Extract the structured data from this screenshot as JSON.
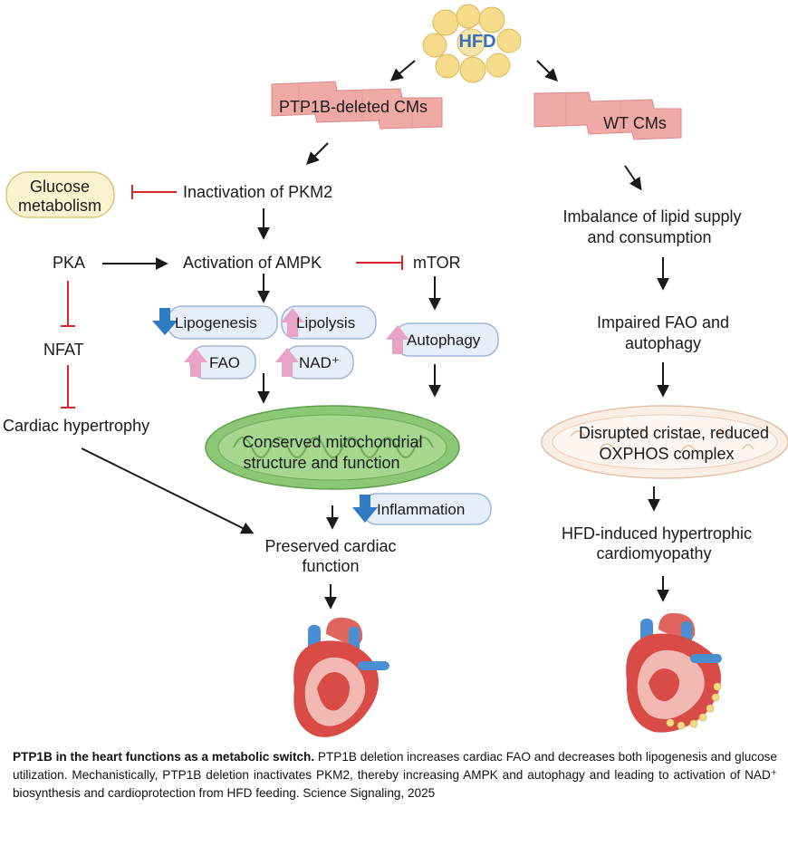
{
  "diagram": {
    "hfd": "HFD",
    "ptp1b_cms": "PTP1B-deleted CMs",
    "wt_cms": "WT CMs",
    "glucose_line1": "Glucose",
    "glucose_line2": "metabolism",
    "inactivation_pkm2": "Inactivation of PKM2",
    "pka": "PKA",
    "activation_ampk": "Activation of AMPK",
    "mtor": "mTOR",
    "nfat": "NFAT",
    "cardiac_hypertrophy": "Cardiac hypertrophy",
    "lipogenesis": "Lipogenesis",
    "lipolysis": "Lipolysis",
    "fao": "FAO",
    "nad": "NAD⁺",
    "autophagy": "Autophagy",
    "mito_line1": "Conserved mitochondrial",
    "mito_line2": "structure and function",
    "inflammation": "Inflammation",
    "preserved_line1": "Preserved cardiac",
    "preserved_line2": "function",
    "imbalance_line1": "Imbalance of lipid supply",
    "imbalance_line2": "and consumption",
    "impaired_line1": "Impaired FAO and",
    "impaired_line2": "autophagy",
    "disrupted_line1": "Disrupted cristae, reduced",
    "disrupted_line2": "OXPHOS complex",
    "hfd_induced_line1": "HFD-induced hypertrophic",
    "hfd_induced_line2": "cardiomyopathy"
  },
  "colors": {
    "up_arrow": "#e9a2c8",
    "down_arrow": "#2f7cc4",
    "inhibit": "#d62828",
    "mito_green": "#8cc776",
    "pill_fill": "#e6eefa",
    "cm_pink": "#efaaa6",
    "fat_yellow": "#f5dc8a"
  },
  "caption": {
    "bold": "PTP1B in the heart functions as a metabolic switch.",
    "text": " PTP1B deletion increases cardiac FAO and decreases both lipogenesis and glucose utilization. Mechanistically, PTP1B deletion inactivates PKM2, thereby increasing AMPK and autophagy and leading to activation of NAD⁺ biosynthesis and cardioprotection from HFD feeding. Science Signaling, 2025"
  }
}
